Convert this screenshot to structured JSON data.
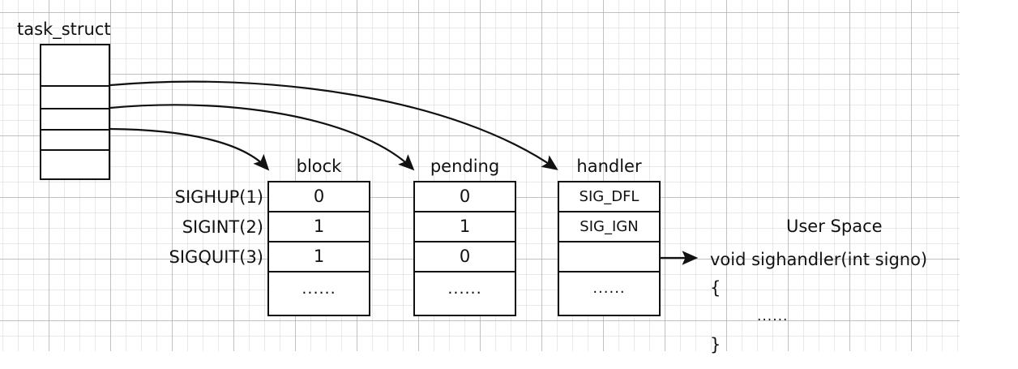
{
  "diagram": {
    "title_label": "task_struct",
    "task_struct": {
      "row_count": 5,
      "rows": [
        "",
        "",
        "",
        "",
        ""
      ]
    },
    "signal_labels": [
      "SIGHUP(1)",
      "SIGINT(2)",
      "SIGQUIT(3)"
    ],
    "tables": [
      {
        "id": "block",
        "header": "block",
        "cells": [
          "0",
          "1",
          "1",
          "......"
        ]
      },
      {
        "id": "pending",
        "header": "pending",
        "cells": [
          "0",
          "1",
          "0",
          "......"
        ]
      },
      {
        "id": "handler",
        "header": "handler",
        "cells": [
          "SIG_DFL",
          "SIG_IGN",
          "",
          "......"
        ]
      }
    ],
    "user_space": {
      "title": "User Space",
      "code_lines": [
        "void sighandler(int signo)",
        "{",
        "......",
        "}"
      ]
    },
    "colors": {
      "stroke": "#111111",
      "grid_major": "#a0a0a5",
      "grid_minor": "#c8c8cd",
      "background": "#ffffff"
    }
  }
}
